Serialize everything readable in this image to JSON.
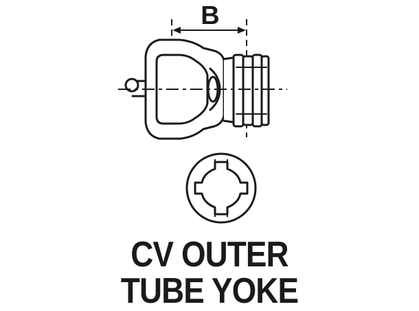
{
  "dimension_label": "B",
  "caption": {
    "line1": "CV OUTER",
    "line2": "TUBE YOKE"
  },
  "colors": {
    "line": "#1a1a1a",
    "background": "#ffffff"
  }
}
